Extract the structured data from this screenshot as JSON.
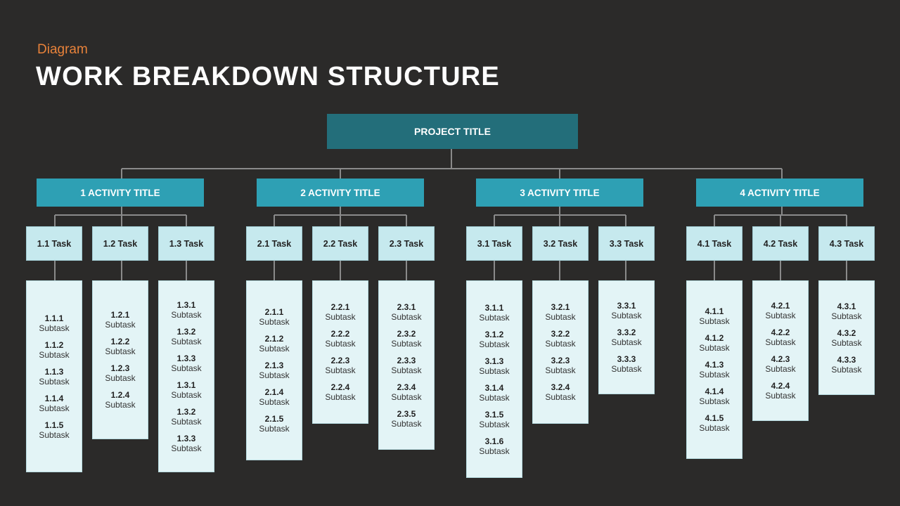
{
  "header": {
    "kicker": "Diagram",
    "title": "WORK BREAKDOWN STRUCTURE"
  },
  "root": {
    "label": "PROJECT TITLE"
  },
  "activities": [
    {
      "label": "1 ACTIVITY TITLE",
      "tasks": [
        {
          "label": "1.1 Task",
          "subtasks": [
            {
              "id": "1.1.1",
              "label": "Subtask"
            },
            {
              "id": "1.1.2",
              "label": "Subtask"
            },
            {
              "id": "1.1.3",
              "label": "Subtask"
            },
            {
              "id": "1.1.4",
              "label": "Subtask"
            },
            {
              "id": "1.1.5",
              "label": "Subtask"
            }
          ]
        },
        {
          "label": "1.2 Task",
          "subtasks": [
            {
              "id": "1.2.1",
              "label": "Subtask"
            },
            {
              "id": "1.2.2",
              "label": "Subtask"
            },
            {
              "id": "1.2.3",
              "label": "Subtask"
            },
            {
              "id": "1.2.4",
              "label": "Subtask"
            }
          ]
        },
        {
          "label": "1.3 Task",
          "subtasks": [
            {
              "id": "1.3.1",
              "label": "Subtask"
            },
            {
              "id": "1.3.2",
              "label": "Subtask"
            },
            {
              "id": "1.3.3",
              "label": "Subtask"
            },
            {
              "id": "1.3.1",
              "label": "Subtask"
            },
            {
              "id": "1.3.2",
              "label": "Subtask"
            },
            {
              "id": "1.3.3",
              "label": "Subtask"
            }
          ]
        }
      ]
    },
    {
      "label": "2 ACTIVITY TITLE",
      "tasks": [
        {
          "label": "2.1 Task",
          "subtasks": [
            {
              "id": "2.1.1",
              "label": "Subtask"
            },
            {
              "id": "2.1.2",
              "label": "Subtask"
            },
            {
              "id": "2.1.3",
              "label": "Subtask"
            },
            {
              "id": "2.1.4",
              "label": "Subtask"
            },
            {
              "id": "2.1.5",
              "label": "Subtask"
            }
          ]
        },
        {
          "label": "2.2 Task",
          "subtasks": [
            {
              "id": "2.2.1",
              "label": "Subtask"
            },
            {
              "id": "2.2.2",
              "label": "Subtask"
            },
            {
              "id": "2.2.3",
              "label": "Subtask"
            },
            {
              "id": "2.2.4",
              "label": "Subtask"
            }
          ]
        },
        {
          "label": "2.3 Task",
          "subtasks": [
            {
              "id": "2.3.1",
              "label": "Subtask"
            },
            {
              "id": "2.3.2",
              "label": "Subtask"
            },
            {
              "id": "2.3.3",
              "label": "Subtask"
            },
            {
              "id": "2.3.4",
              "label": "Subtask"
            },
            {
              "id": "2.3.5",
              "label": "Subtask"
            }
          ]
        }
      ]
    },
    {
      "label": "3 ACTIVITY TITLE",
      "tasks": [
        {
          "label": "3.1 Task",
          "subtasks": [
            {
              "id": "3.1.1",
              "label": "Subtask"
            },
            {
              "id": "3.1.2",
              "label": "Subtask"
            },
            {
              "id": "3.1.3",
              "label": "Subtask"
            },
            {
              "id": "3.1.4",
              "label": "Subtask"
            },
            {
              "id": "3.1.5",
              "label": "Subtask"
            },
            {
              "id": "3.1.6",
              "label": "Subtask"
            }
          ]
        },
        {
          "label": "3.2 Task",
          "subtasks": [
            {
              "id": "3.2.1",
              "label": "Subtask"
            },
            {
              "id": "3.2.2",
              "label": "Subtask"
            },
            {
              "id": "3.2.3",
              "label": "Subtask"
            },
            {
              "id": "3.2.4",
              "label": "Subtask"
            }
          ]
        },
        {
          "label": "3.3 Task",
          "subtasks": [
            {
              "id": "3.3.1",
              "label": "Subtask"
            },
            {
              "id": "3.3.2",
              "label": "Subtask"
            },
            {
              "id": "3.3.3",
              "label": "Subtask"
            }
          ]
        }
      ]
    },
    {
      "label": "4 ACTIVITY TITLE",
      "tasks": [
        {
          "label": "4.1 Task",
          "subtasks": [
            {
              "id": "4.1.1",
              "label": "Subtask"
            },
            {
              "id": "4.1.2",
              "label": "Subtask"
            },
            {
              "id": "4.1.3",
              "label": "Subtask"
            },
            {
              "id": "4.1.4",
              "label": "Subtask"
            },
            {
              "id": "4.1.5",
              "label": "Subtask"
            }
          ]
        },
        {
          "label": "4.2 Task",
          "subtasks": [
            {
              "id": "4.2.1",
              "label": "Subtask"
            },
            {
              "id": "4.2.2",
              "label": "Subtask"
            },
            {
              "id": "4.2.3",
              "label": "Subtask"
            },
            {
              "id": "4.2.4",
              "label": "Subtask"
            }
          ]
        },
        {
          "label": "4.3 Task",
          "subtasks": [
            {
              "id": "4.3.1",
              "label": "Subtask"
            },
            {
              "id": "4.3.2",
              "label": "Subtask"
            },
            {
              "id": "4.3.3",
              "label": "Subtask"
            }
          ]
        }
      ]
    }
  ],
  "colors": {
    "background": "#2b2a29",
    "kicker": "#e8823a",
    "root_box": "#236e7a",
    "activity_box": "#2ea0b4",
    "task_box": "#c6e9ee",
    "subtask_box": "#e3f4f6",
    "connector": "#8a8a8a"
  }
}
